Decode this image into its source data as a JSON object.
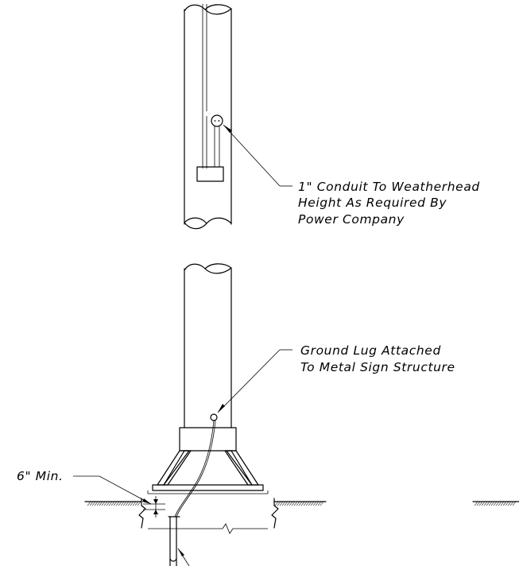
{
  "drawing": {
    "annotations": {
      "conduit": {
        "lines": [
          "1\" Conduit To Weatherhead",
          "Height As Required By",
          "Power Company"
        ]
      },
      "ground_lug": {
        "lines": [
          "Ground Lug Attached",
          "To Metal Sign Structure"
        ]
      },
      "min_depth": {
        "text": "6\" Min."
      }
    }
  }
}
